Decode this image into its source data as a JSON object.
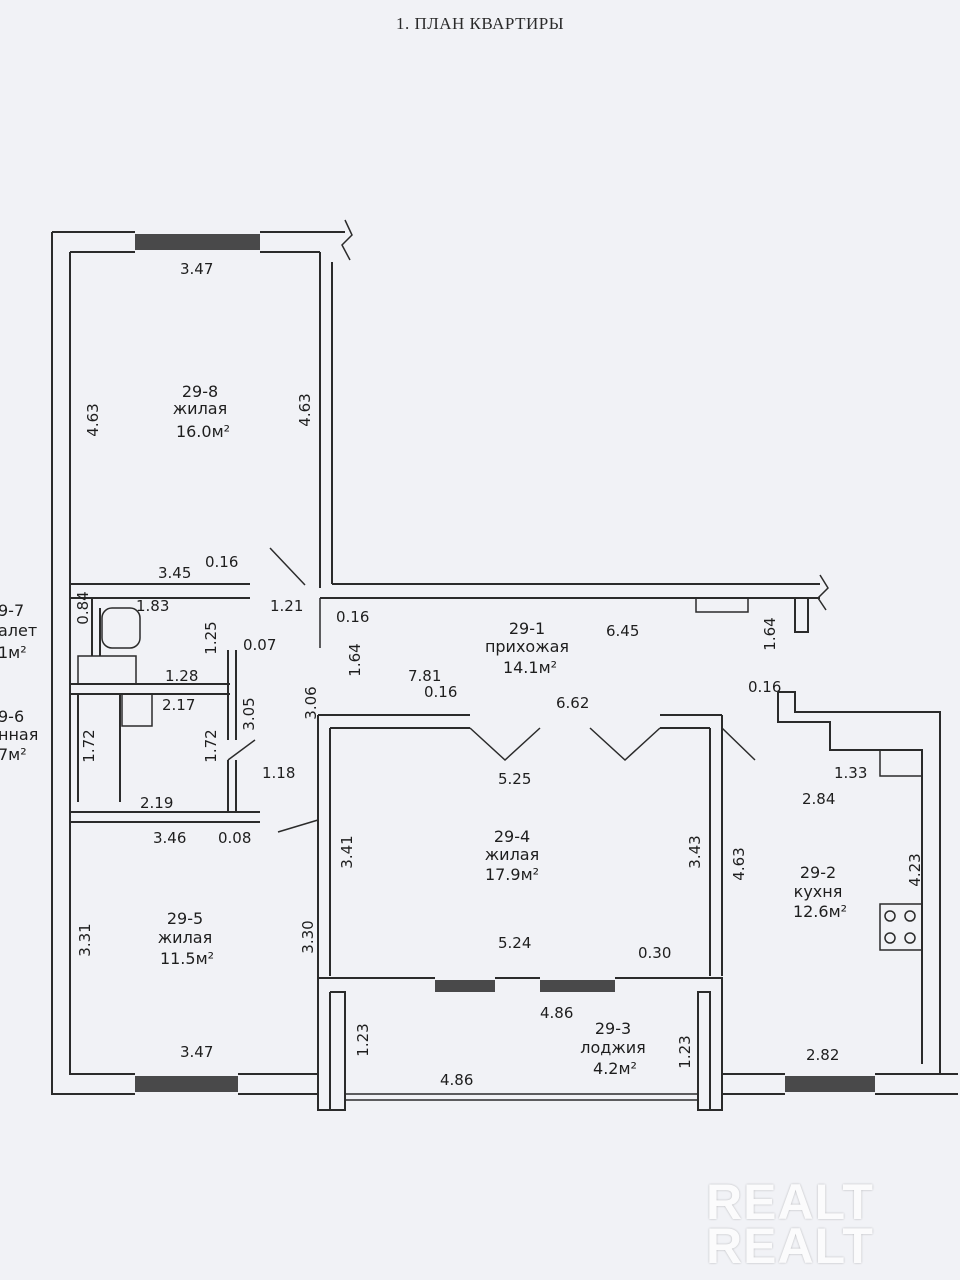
{
  "title": "1. ПЛАН КВАРТИРЫ",
  "rooms": [
    {
      "code": "29-8",
      "label": "жилая",
      "area": "16.0м²"
    },
    {
      "code": "29-1",
      "label": "прихожая",
      "area": "14.1м²"
    },
    {
      "code": "29-4",
      "label": "жилая",
      "area": "17.9м²"
    },
    {
      "code": "29-2",
      "label": "кухня",
      "area": "12.6м²"
    },
    {
      "code": "29-5",
      "label": "жилая",
      "area": "11.5м²"
    },
    {
      "code": "29-3",
      "label": "лоджия",
      "area": "4.2м²"
    },
    {
      "code": "9-7",
      "label": "алет",
      "area": "1м²"
    },
    {
      "code": "9-6",
      "label": "нная",
      "area": "7м²"
    }
  ],
  "dimensions": [
    "3.47",
    "4.63",
    "4.63",
    "3.45",
    "0.16",
    "1.21",
    "1.83",
    "0.84",
    "1.25",
    "0.07",
    "1.28",
    "2.17",
    "3.05",
    "1.72",
    "1.72",
    "3.06",
    "1.64",
    "0.16",
    "7.81",
    "0.16",
    "6.45",
    "1.64",
    "0.16",
    "6.62",
    "5.25",
    "2.19",
    "1.18",
    "3.46",
    "0.08",
    "3.41",
    "3.43",
    "4.63",
    "1.33",
    "2.84",
    "4.23",
    "3.31",
    "3.30",
    "5.24",
    "0.30",
    "4.86",
    "1.23",
    "1.23",
    "3.47",
    "4.86",
    "2.82"
  ],
  "watermark": [
    "REALT",
    "REALT"
  ]
}
